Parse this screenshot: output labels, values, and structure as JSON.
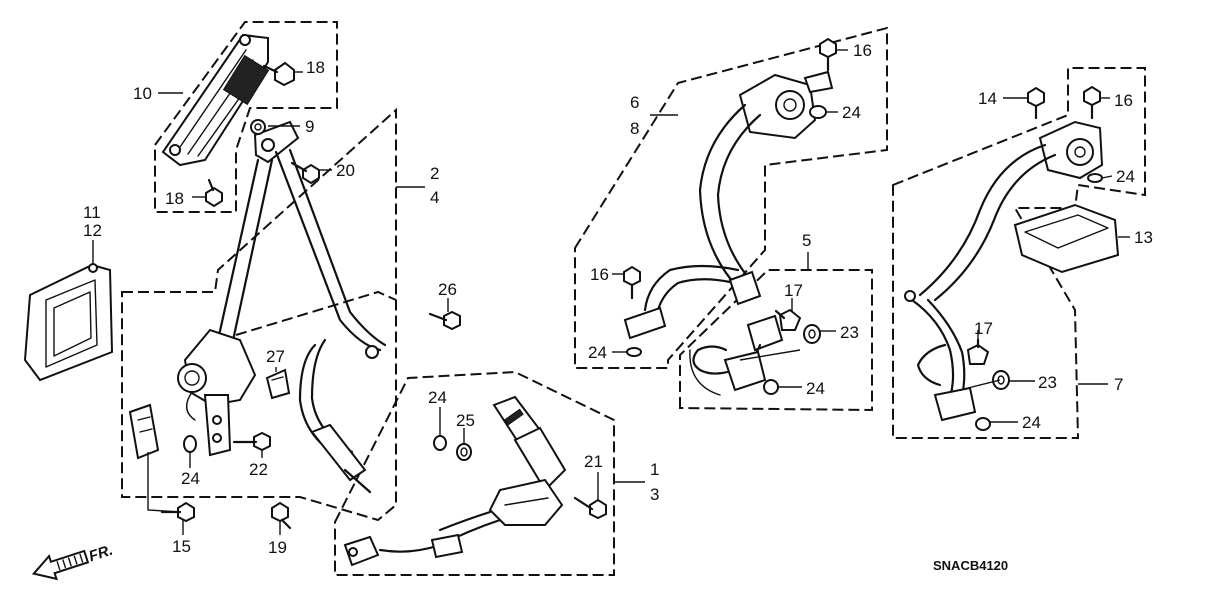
{
  "diagram_code": "SNACB4120",
  "direction_label": "FR.",
  "callouts": {
    "c1": "1",
    "c2": "2",
    "c3": "3",
    "c4": "4",
    "c5": "5",
    "c6": "6",
    "c7": "7",
    "c8": "8",
    "c9": "9",
    "c10": "10",
    "c11": "11",
    "c12": "12",
    "c13": "13",
    "c14": "14",
    "c15": "15",
    "c16": "16",
    "c17": "17",
    "c18": "18",
    "c19": "19",
    "c20": "20",
    "c21": "21",
    "c22": "22",
    "c23": "23",
    "c24": "24",
    "c25": "25",
    "c26": "26",
    "c27": "27"
  }
}
